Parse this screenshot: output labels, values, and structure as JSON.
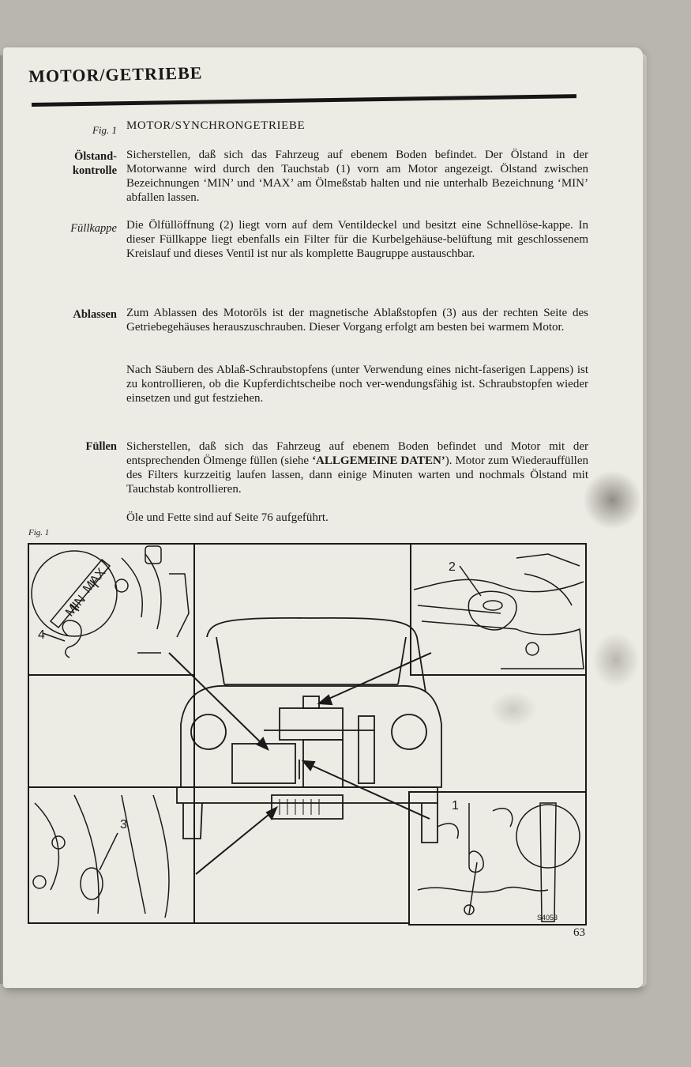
{
  "header": {
    "title": "MOTOR/GETRIEBE"
  },
  "section": {
    "fig_label": "Fig. 1",
    "title": "MOTOR/SYNCHRONGETRIEBE"
  },
  "paragraphs": [
    {
      "label": "Ölstand-\nkontrolle",
      "text": "Sicherstellen, daß sich das Fahrzeug auf ebenem Boden befindet. Der Ölstand in der Motorwanne wird durch den Tauchstab (1) vorn am Motor angezeigt. Ölstand zwischen Bezeichnungen ‘MIN’ und ‘MAX’ am Ölmeßstab halten und nie unterhalb Bezeichnung ‘MIN’ abfallen lassen."
    },
    {
      "label": "Füllkappe",
      "text": "Die Ölfüllöffnung (2) liegt vorn auf dem Ventildeckel und besitzt eine Schnellöse-kappe. In dieser Füllkappe liegt ebenfalls ein Filter für die Kurbelgehäuse-belüftung mit geschlossenem Kreislauf und dieses Ventil ist nur als komplette Baugruppe austauschbar."
    },
    {
      "label": "Ablassen",
      "text": "Zum Ablassen des Motoröls ist der magnetische Ablaßstopfen (3) aus der rechten Seite des Getriebegehäuses herauszuschrauben. Dieser Vorgang erfolgt am besten bei warmem Motor."
    },
    {
      "label": "",
      "text": "Nach Säubern des Ablaß-Schraubstopfens (unter Verwendung eines nicht-faserigen Lappens) ist zu kontrollieren, ob die Kupferdichtscheibe noch ver-wendungsfähig ist. Schraubstopfen wieder einsetzen und gut festziehen."
    },
    {
      "label": "Füllen",
      "text_before": "Sicherstellen, daß sich das Fahrzeug auf ebenem Boden befindet und Motor mit der entsprechenden Ölmenge füllen (siehe ",
      "text_bold": "‘ALLGEMEINE DATEN’",
      "text_after": "). Motor zum Wiederauffüllen des Filters kurzzeitig laufen lassen, dann einige Minuten warten und nochmals Ölstand mit Tauchstab kontrollieren."
    },
    {
      "label": "",
      "text": "Öle und Fette sind auf Seite 76 aufgeführt."
    }
  ],
  "figure": {
    "caption": "Fig. 1",
    "callouts": {
      "dipstick_min": "MIN",
      "dipstick_max": "MAX",
      "n1": "1",
      "n2": "2",
      "n3": "3",
      "n4": "4"
    },
    "ref_code": "S4053"
  },
  "page_number": "63"
}
